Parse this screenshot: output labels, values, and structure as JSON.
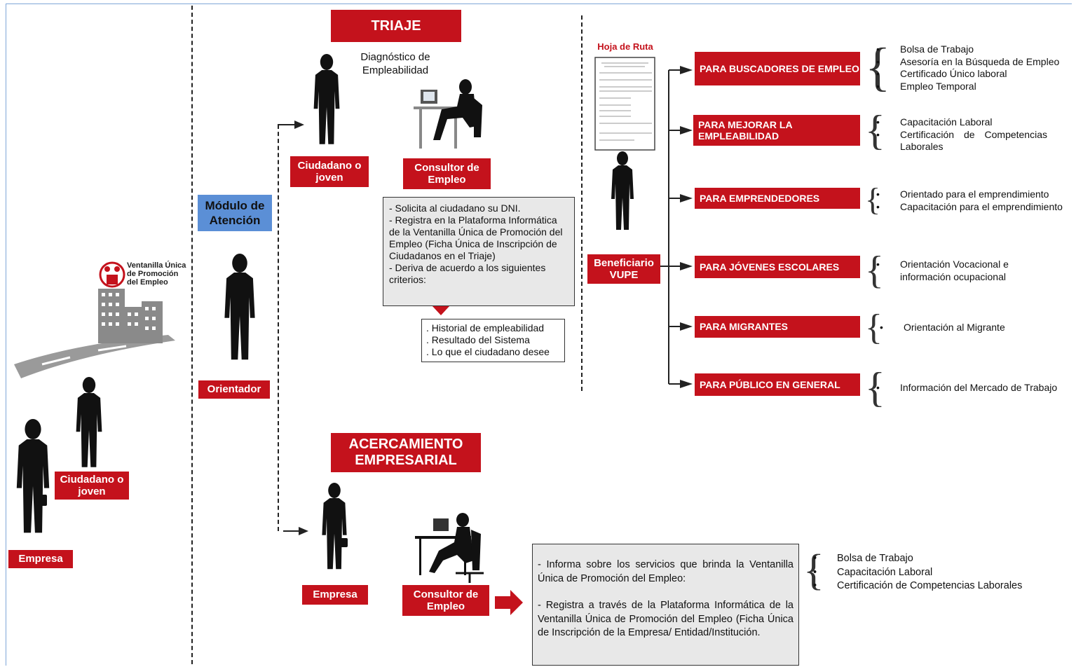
{
  "logo": {
    "line1": "Ventanilla Única",
    "line2": "de Promoción",
    "line3": "del Empleo"
  },
  "left": {
    "citizen_label": "Ciudadano o joven",
    "company_label": "Empresa"
  },
  "middle": {
    "module_label": "Módulo de Atención",
    "orientador_label": "Orientador"
  },
  "triaje": {
    "title": "TRIAJE",
    "subtitle": "Diagnóstico de Empleabilidad",
    "citizen_label": "Ciudadano o joven",
    "consultant_label": "Consultor de Empleo",
    "steps": [
      "- Solicita al ciudadano su DNI.",
      "- Registra en la Plataforma Informática de la Ventanilla Única de Promoción del Empleo (Ficha Única de Inscripción  de Ciudadanos en el Triaje)",
      "- Deriva de acuerdo a los siguientes criterios:"
    ],
    "criteria": [
      ". Historial de empleabilidad",
      ". Resultado del Sistema",
      ". Lo que el ciudadano desee"
    ]
  },
  "route": {
    "sheet_title": "Hoja de Ruta",
    "beneficiary_label": "Beneficiario VUPE"
  },
  "categories": [
    {
      "label": "PARA BUSCADORES DE EMPLEO",
      "services": [
        "Bolsa de Trabajo",
        "Asesoría en la Búsqueda de Empleo",
        "Certificado Único laboral",
        "Empleo Temporal"
      ]
    },
    {
      "label": "PARA MEJORAR LA EMPLEABILIDAD",
      "services": [
        "Capacitación Laboral",
        "Certificación de Competencias Laborales"
      ]
    },
    {
      "label": "PARA EMPRENDEDORES",
      "services": [
        "Orientado para el emprendimiento",
        "Capacitación para el emprendimiento"
      ]
    },
    {
      "label": "PARA JÓVENES ESCOLARES",
      "services": [
        "Orientación Vocacional e información ocupacional"
      ]
    },
    {
      "label": "PARA MIGRANTES",
      "services": [
        "Orientación al Migrante"
      ]
    },
    {
      "label": "PARA PÚBLICO EN GENERAL",
      "services": [
        "Información del Mercado de Trabajo"
      ]
    }
  ],
  "acercamiento": {
    "title": "ACERCAMIENTO EMPRESARIAL",
    "company_label": "Empresa",
    "consultant_label": "Consultor de Empleo",
    "info_1": "- Informa sobre los servicios que brinda la Ventanilla Única de Promoción del Empleo:",
    "info_2": "- Registra a través de la Plataforma Informática de la Ventanilla Única de Promoción del Empleo (Ficha Única de Inscripción de la Empresa/ Entidad/Institución.",
    "services": [
      "Bolsa de Trabajo",
      "Capacitación Laboral",
      "Certificación de Competencias Laborales"
    ]
  }
}
